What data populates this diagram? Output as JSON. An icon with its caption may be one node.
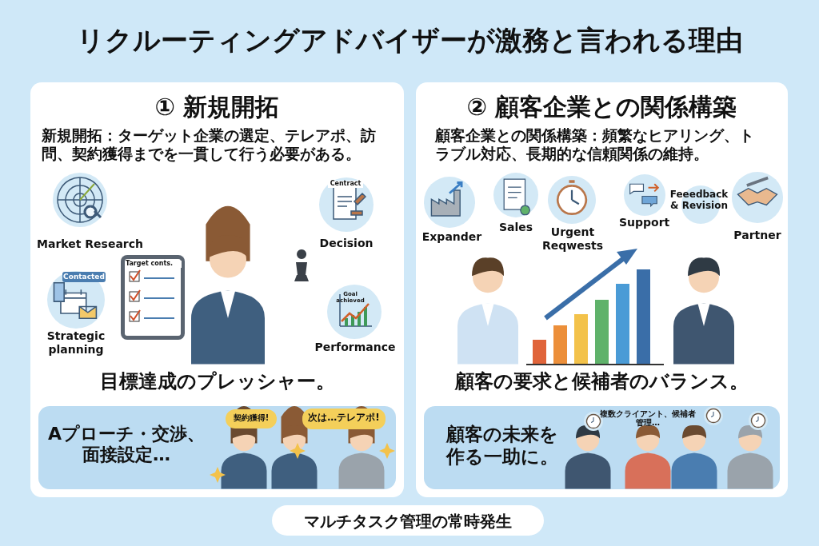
{
  "diagram": {
    "title": "リクルーティングアドバイザーが激務と言われる理由",
    "nodes": [
      {
        "text": [
          "① 新規開拓",
          "新規開拓：ターゲット企業の選定、テレアポ、訪問、契約獲得までを一貫して行う必要がある。",
          "目標達成のプレッシャー。"
        ]
      },
      {
        "text": [
          "Market Research"
        ],
        "in": 0
      },
      {
        "text": [
          "Contacted",
          "Strategic planning"
        ],
        "in": 0
      },
      {
        "text": [
          "Centract",
          "Decision"
        ],
        "in": 0
      },
      {
        "text": [
          "Goal achieved",
          "Performance"
        ],
        "in": 0
      },
      {
        "text": [
          "Target conts."
        ],
        "in": 0
      },
      {
        "text": [
          "Aプローチ・交渉、面接設定…"
        ],
        "in": 0
      },
      {
        "text": [
          "契約獲得!"
        ],
        "in": 6
      },
      {
        "text": [
          "次は…テレアポ!"
        ],
        "in": 6
      },
      {
        "text": [
          "② 顧客企業との関係構築",
          "顧客企業との関係構築：頻繁なヒアリング、トラブル対応、長期的な信頼関係の維持。",
          "顧客の要求と候補者のバランス。"
        ]
      },
      {
        "text": [
          "Expander"
        ],
        "in": 9
      },
      {
        "text": [
          "Sales"
        ],
        "in": 9
      },
      {
        "text": [
          "Urgent Reqwests"
        ],
        "in": 9
      },
      {
        "text": [
          "Support"
        ],
        "in": 9
      },
      {
        "text": [
          "Feeedback & Revision"
        ],
        "in": 9
      },
      {
        "text": [
          "Partner"
        ],
        "in": 9
      },
      {
        "text": [
          "顧客の未来を作る一助に。"
        ],
        "in": 9
      },
      {
        "text": [
          "マルチタスク管理の常時発生"
        ]
      }
    ],
    "labels": [
      "複数クライアント、候補者管理…"
    ]
  }
}
